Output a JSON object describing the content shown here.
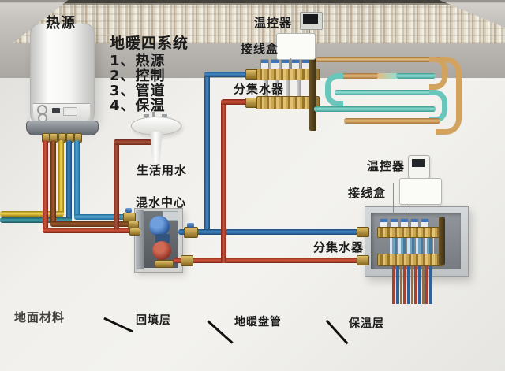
{
  "title_block": {
    "heading": "地暖四系统",
    "items": [
      "1、热源",
      "2、控制",
      "3、管道",
      "4、保温"
    ]
  },
  "labels": {
    "heat_source": "热源",
    "thermostat_top": "温控器",
    "junction_box_top": "接线盒",
    "manifold_top": "分集水器",
    "domestic_water": "生活用水",
    "mixing_center": "混水中心",
    "thermostat_right": "温控器",
    "junction_box_right": "接线盒",
    "manifold_right": "分集水器",
    "floor_material": "地面材料",
    "backfill_layer": "回填层",
    "heating_coil": "地暖盘管",
    "insulation_layer": "保温层"
  },
  "colors": {
    "heating_supply_red": "#c0503a",
    "domestic_hot_brown": "#9c5a2e",
    "gas_yellow": "#ecd24e",
    "return_blue": "#3f85c0",
    "mixed_cyan": "#53a8d6",
    "outdoor_teal": "#3f9aa6",
    "coil_warm_tan": "#e2b97e",
    "coil_cool_cyan": "#8fdcd2",
    "brass": "#b08c34"
  }
}
